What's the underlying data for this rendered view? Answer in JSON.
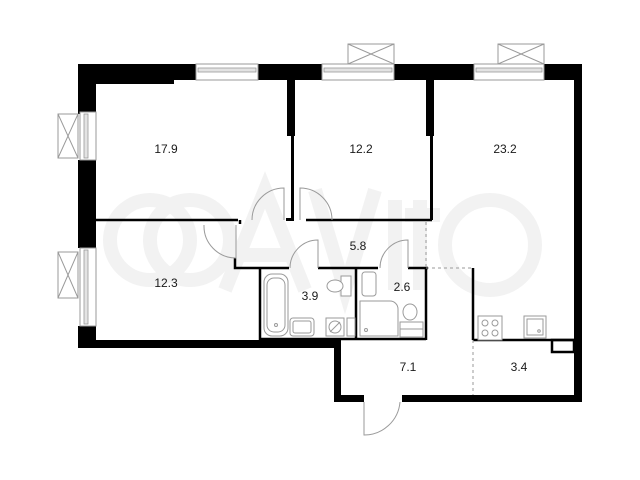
{
  "floor_plan": {
    "rooms": [
      {
        "id": "bedroom-1",
        "area": "17.9"
      },
      {
        "id": "bedroom-2",
        "area": "12.2"
      },
      {
        "id": "living-kitchen",
        "area": "23.2"
      },
      {
        "id": "bedroom-3",
        "area": "12.3"
      },
      {
        "id": "hallway",
        "area": "5.8"
      },
      {
        "id": "bathroom",
        "area": "3.9"
      },
      {
        "id": "shower-room",
        "area": "2.6"
      },
      {
        "id": "entrance-hall",
        "area": "7.1"
      },
      {
        "id": "kitchen-nook",
        "area": "3.4"
      }
    ],
    "watermark": "Avito",
    "colors": {
      "wall": "#000000",
      "fixture_stroke": "#9a9a9a",
      "background": "#ffffff"
    }
  }
}
